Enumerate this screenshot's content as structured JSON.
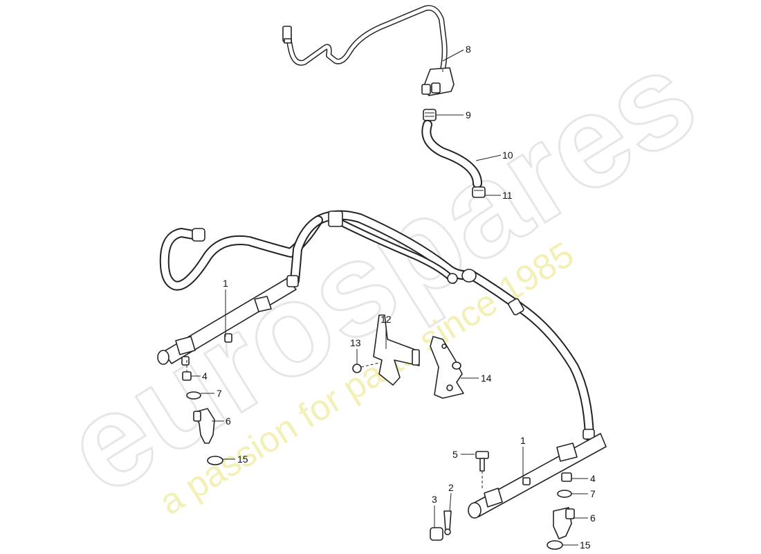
{
  "watermark": {
    "brand": "eurospares",
    "tagline": "a passion for parts since 1985"
  },
  "callouts": [
    {
      "id": "c8",
      "label": "8"
    },
    {
      "id": "c9",
      "label": "9"
    },
    {
      "id": "c10",
      "label": "10"
    },
    {
      "id": "c11",
      "label": "11"
    },
    {
      "id": "c1a",
      "label": "1"
    },
    {
      "id": "c12",
      "label": "12"
    },
    {
      "id": "c13",
      "label": "13"
    },
    {
      "id": "c14",
      "label": "14"
    },
    {
      "id": "c4a",
      "label": "4"
    },
    {
      "id": "c7a",
      "label": "7"
    },
    {
      "id": "c6a",
      "label": "6"
    },
    {
      "id": "c15a",
      "label": "15"
    },
    {
      "id": "c1b",
      "label": "1"
    },
    {
      "id": "c5",
      "label": "5"
    },
    {
      "id": "c4b",
      "label": "4"
    },
    {
      "id": "c2",
      "label": "2"
    },
    {
      "id": "c3",
      "label": "3"
    },
    {
      "id": "c7b",
      "label": "7"
    },
    {
      "id": "c6b",
      "label": "6"
    },
    {
      "id": "c15b",
      "label": "15"
    }
  ]
}
